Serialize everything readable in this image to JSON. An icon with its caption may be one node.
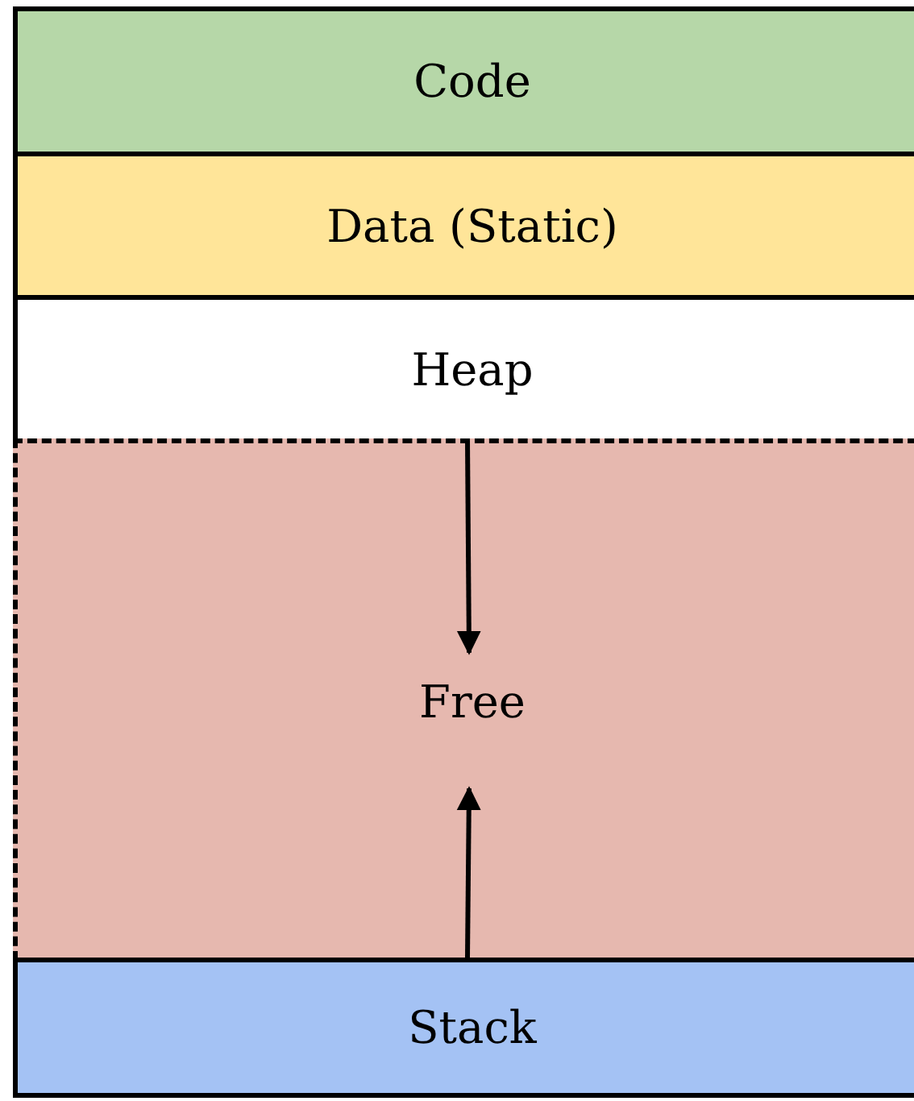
{
  "diagram": {
    "nodes": [
      {
        "text": [
          "Code"
        ]
      },
      {
        "text": [
          "Data (Static)"
        ]
      },
      {
        "text": [
          "Heap"
        ]
      },
      {
        "text": [
          "Free"
        ]
      },
      {
        "text": [
          "Stack"
        ]
      }
    ],
    "edges": [
      {
        "from": 2,
        "to": 3,
        "arrow": "to"
      },
      {
        "from": 4,
        "to": 3,
        "arrow": "to"
      }
    ]
  }
}
